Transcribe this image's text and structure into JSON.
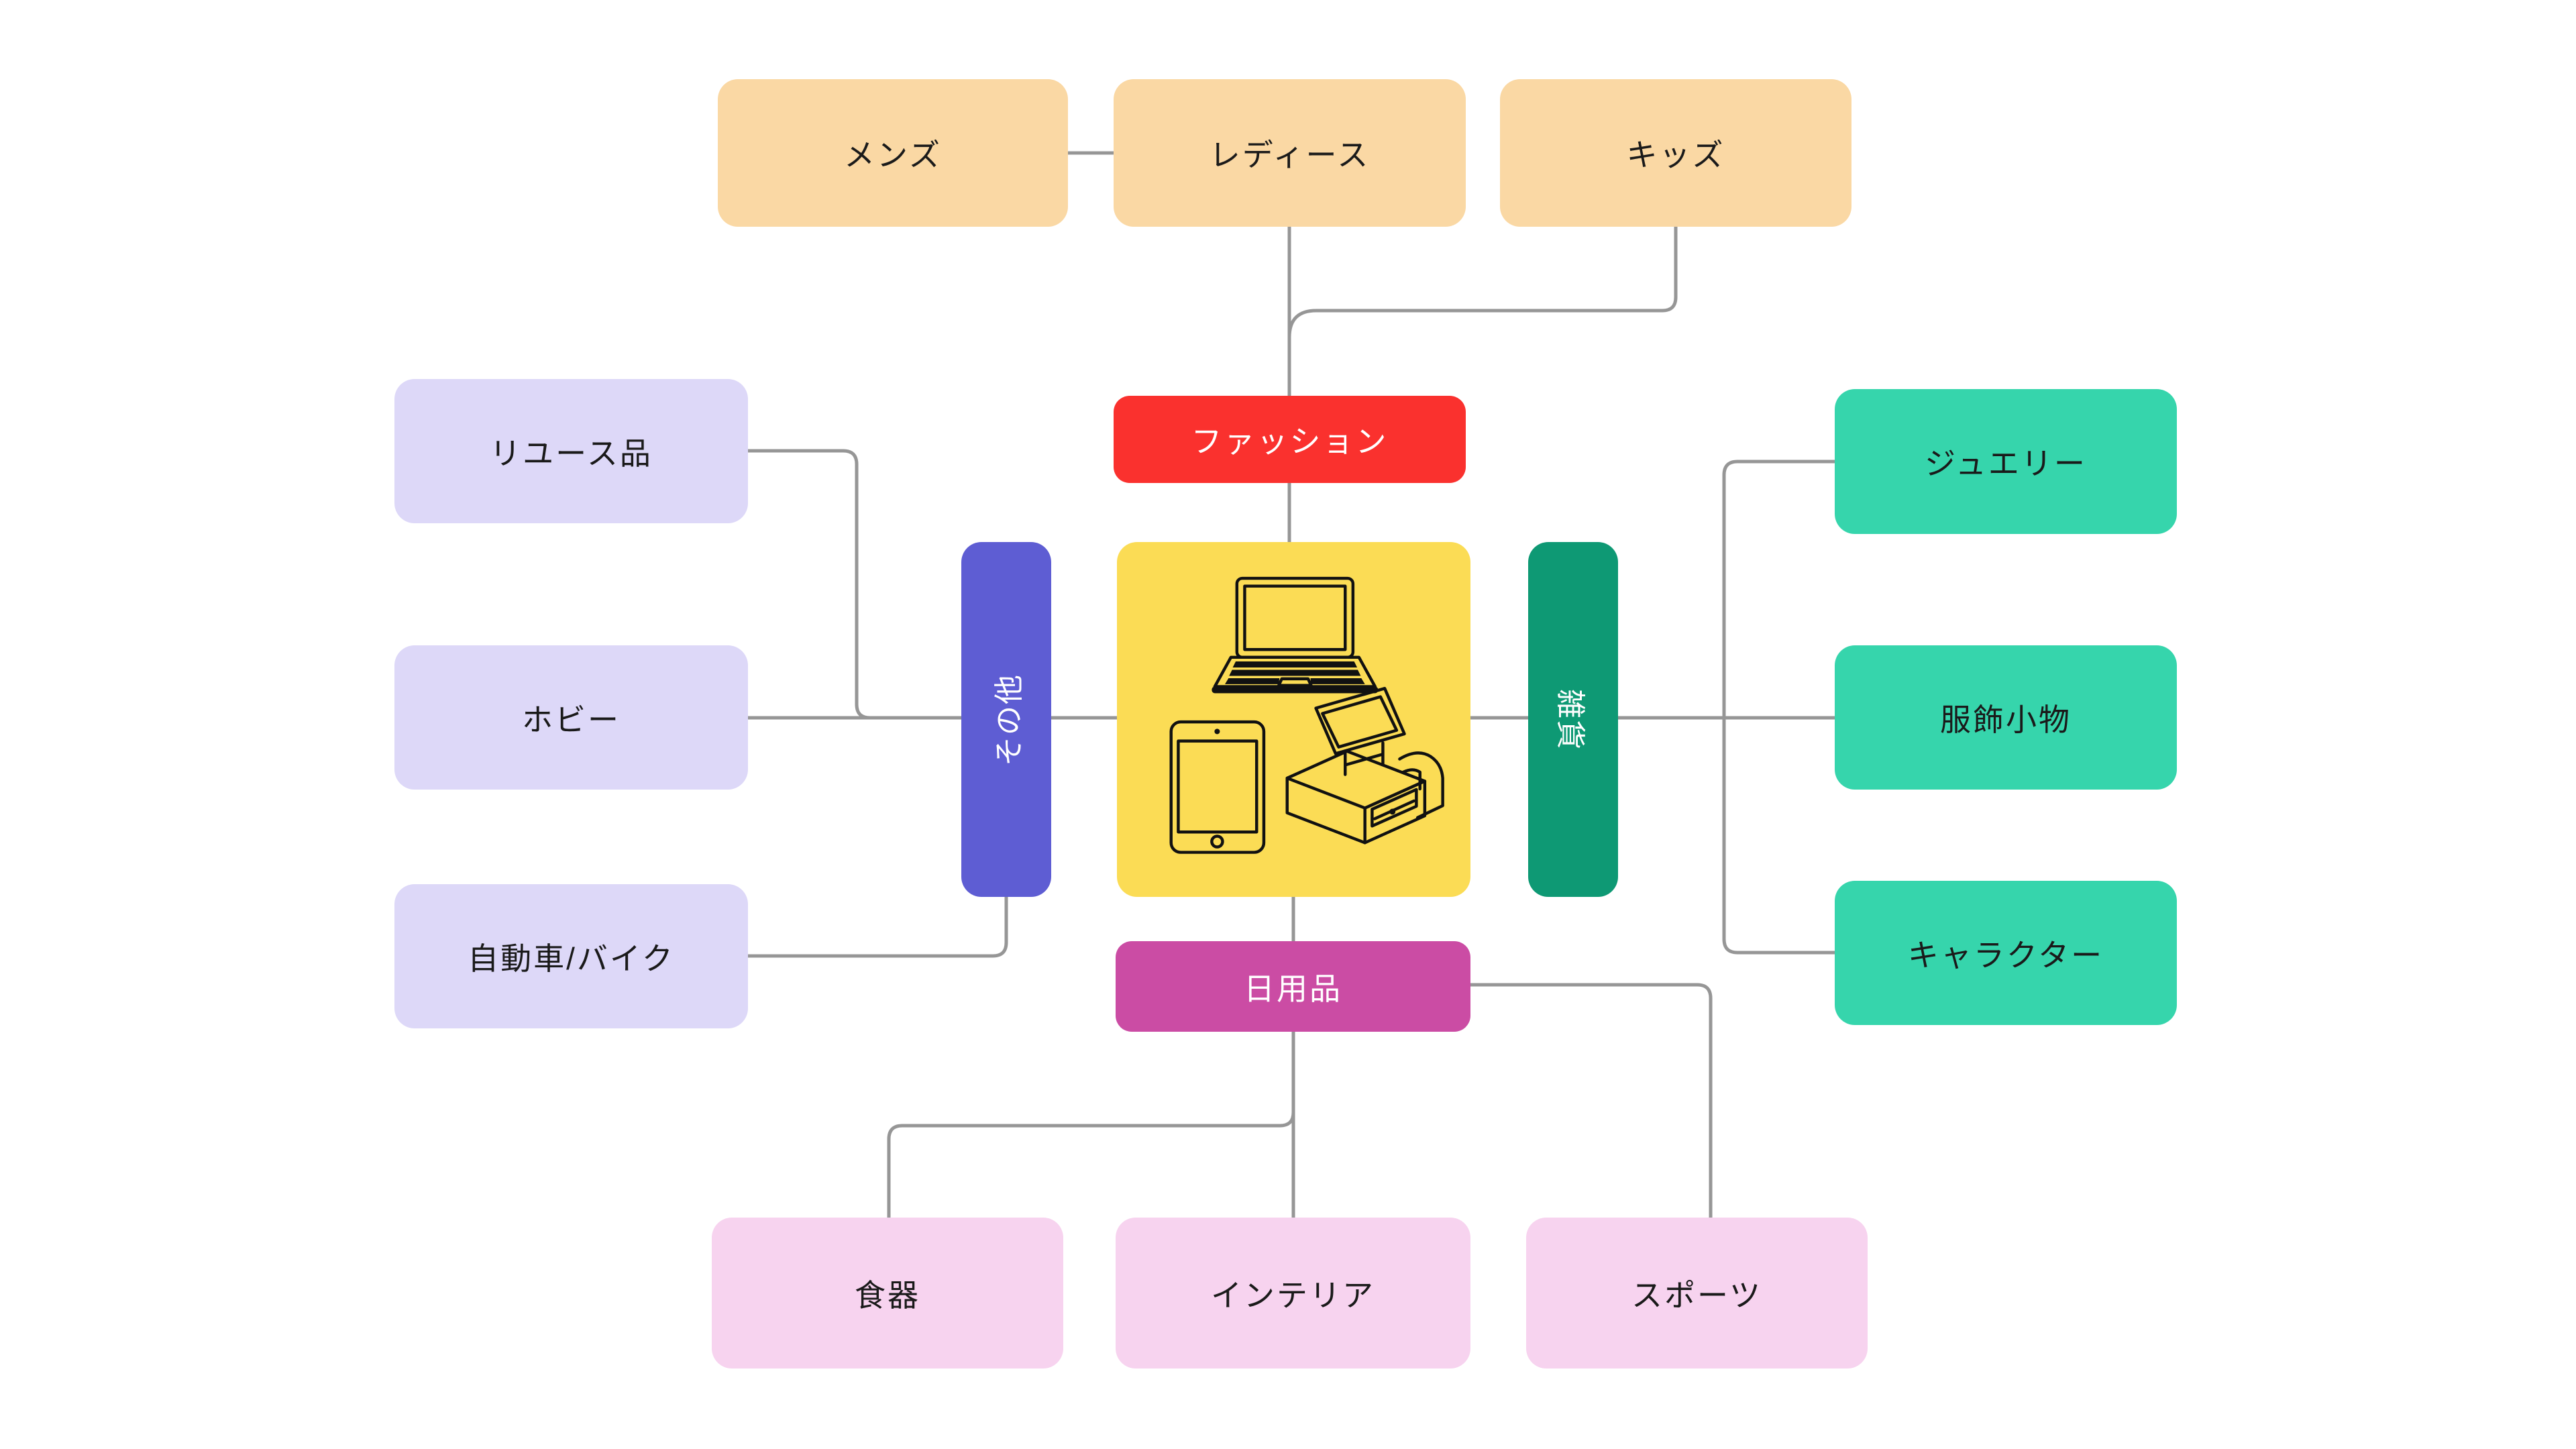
{
  "diagram": {
    "type": "mindmap",
    "background": "#ffffff",
    "connector_color": "#969696",
    "text_color_dark": "#1a1a1a",
    "text_color_light": "#ffffff",
    "center_node": {
      "color": "#FBDC55",
      "icons": [
        "laptop-icon",
        "tablet-icon",
        "pos-register-icon"
      ]
    },
    "nodes": {
      "mens": {
        "label": "メンズ",
        "color": "#FAD8A4",
        "text": "dark"
      },
      "ladies": {
        "label": "レディース",
        "color": "#FAD8A4",
        "text": "dark"
      },
      "kids": {
        "label": "キッズ",
        "color": "#FAD8A4",
        "text": "dark"
      },
      "fashion": {
        "label": "ファッション",
        "color": "#FA312E",
        "text": "light"
      },
      "reuse": {
        "label": "リユース品",
        "color": "#DDD8F8",
        "text": "dark"
      },
      "hobby": {
        "label": "ホビー",
        "color": "#DDD8F8",
        "text": "dark"
      },
      "car_bike": {
        "label": "自動車/バイク",
        "color": "#DDD8F8",
        "text": "dark"
      },
      "other": {
        "label": "その他",
        "color": "#5E5DD3",
        "text": "light"
      },
      "zakka": {
        "label": "雑貨",
        "color": "#0E9974",
        "text": "light"
      },
      "jewelry": {
        "label": "ジュエリー",
        "color": "#36D5AC",
        "text": "dark"
      },
      "accessories": {
        "label": "服飾小物",
        "color": "#36D5AC",
        "text": "dark"
      },
      "character": {
        "label": "キャラクター",
        "color": "#36D5AC",
        "text": "dark"
      },
      "daily_goods": {
        "label": "日用品",
        "color": "#CB4CA4",
        "text": "light"
      },
      "tableware": {
        "label": "食器",
        "color": "#F7D3EF",
        "text": "dark"
      },
      "interior": {
        "label": "インテリア",
        "color": "#F7D3EF",
        "text": "dark"
      },
      "sports": {
        "label": "スポーツ",
        "color": "#F7D3EF",
        "text": "dark"
      }
    }
  }
}
